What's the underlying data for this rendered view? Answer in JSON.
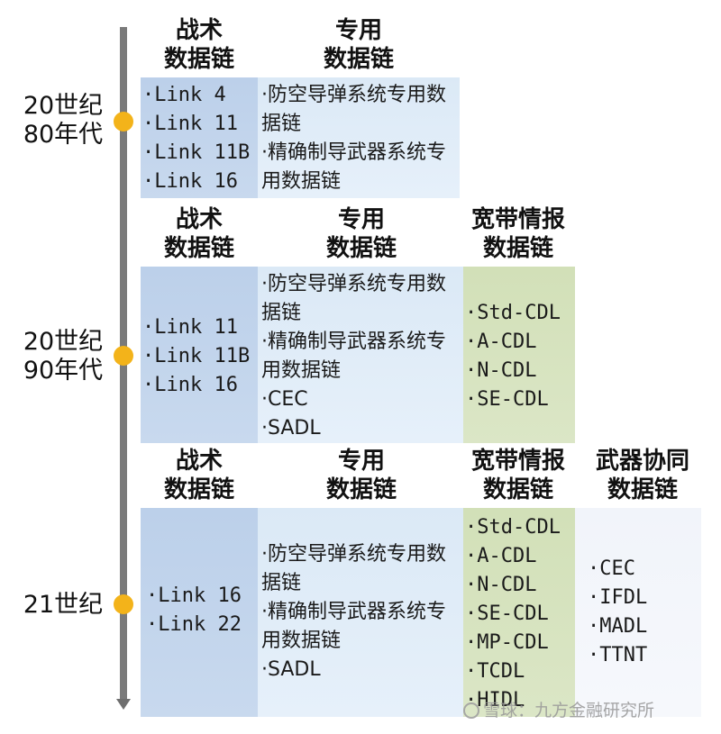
{
  "eras": [
    {
      "label": "20世纪\n80年代",
      "headers": {
        "tactical": "战术\n数据链",
        "special": "专用\n数据链"
      },
      "tactical": [
        "·Link 4",
        "·Link 11",
        "·Link 11B",
        "·Link 16"
      ],
      "special": [
        "·防空导弹系统专用数据链",
        "·精确制导武器系统专用数据链"
      ]
    },
    {
      "label": "20世纪\n90年代",
      "headers": {
        "tactical": "战术\n数据链",
        "special": "专用\n数据链",
        "wideband": "宽带情报\n数据链"
      },
      "tactical": [
        "·Link 11",
        "·Link 11B",
        "·Link 16"
      ],
      "special": [
        "·防空导弹系统专用数据链",
        "·精确制导武器系统专用数据链",
        "·CEC",
        "·SADL"
      ],
      "wideband": [
        "·Std-CDL",
        "·A-CDL",
        "·N-CDL",
        "·SE-CDL"
      ]
    },
    {
      "label": "21世纪",
      "headers": {
        "tactical": "战术\n数据链",
        "special": "专用\n数据链",
        "wideband": "宽带情报\n数据链",
        "weapon": "武器协同\n数据链"
      },
      "tactical": [
        "·Link 16",
        "·Link 22"
      ],
      "special": [
        "·防空导弹系统专用数据链",
        "·精确制导武器系统专用数据链",
        "·SADL"
      ],
      "wideband": [
        "·Std-CDL",
        "·A-CDL",
        "·N-CDL",
        "·SE-CDL",
        "·MP-CDL",
        "·TCDL",
        "·HIDL"
      ],
      "weapon": [
        "·CEC",
        "·IFDL",
        "·MADL",
        "·TTNT"
      ]
    }
  ],
  "watermark": "雪球：九方金融研究所",
  "colors": {
    "tactical_bg": "#c4d6ec",
    "special_bg": "#e0ecf8",
    "wideband_bg": "#d6e3bf",
    "weapon_bg": "#f3f6fb",
    "timeline": "#7a7a7a",
    "marker": "#f3b31a"
  }
}
